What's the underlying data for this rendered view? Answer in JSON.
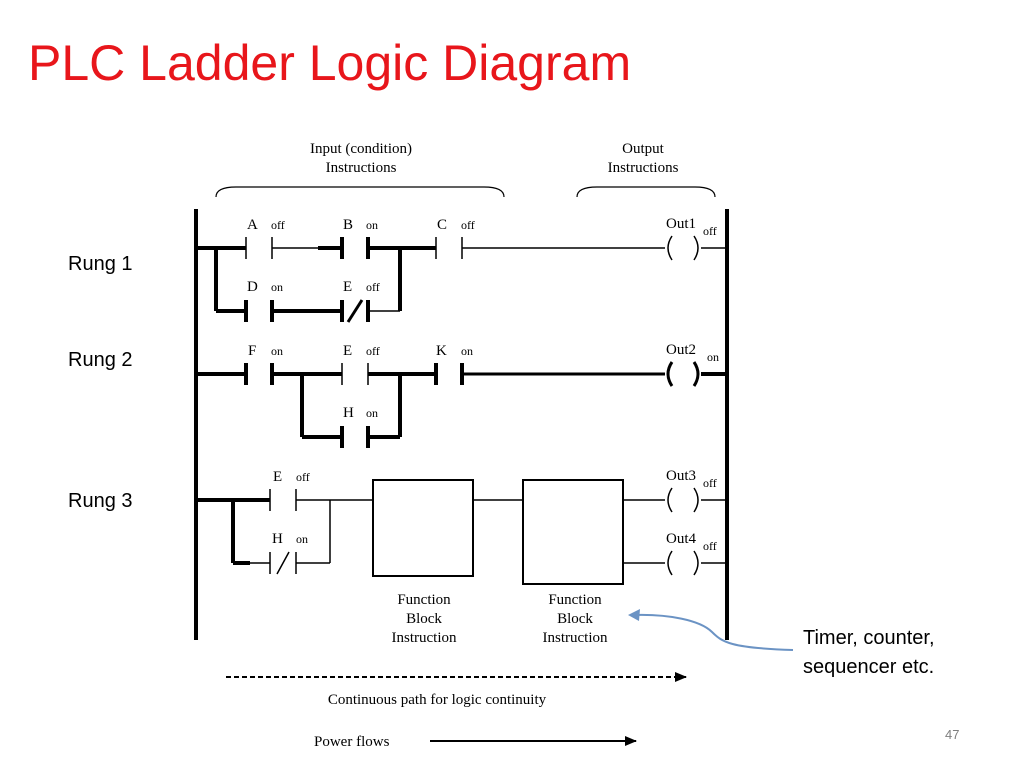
{
  "slide": {
    "title": "PLC Ladder Logic Diagram",
    "page_number": "47",
    "title_color": "#e8161b"
  },
  "rungs": {
    "rung1": "Rung 1",
    "rung2": "Rung 2",
    "rung3": "Rung 3"
  },
  "headers": {
    "input_line1": "Input (condition)",
    "input_line2": "Instructions",
    "output_line1": "Output",
    "output_line2": "Instructions"
  },
  "rung1": {
    "A": {
      "name": "A",
      "state": "off"
    },
    "B": {
      "name": "B",
      "state": "on"
    },
    "C": {
      "name": "C",
      "state": "off"
    },
    "D": {
      "name": "D",
      "state": "on"
    },
    "E": {
      "name": "E",
      "state": "off"
    },
    "out": {
      "name": "Out1",
      "state": "off"
    }
  },
  "rung2": {
    "F": {
      "name": "F",
      "state": "on"
    },
    "E": {
      "name": "E",
      "state": "off"
    },
    "K": {
      "name": "K",
      "state": "on"
    },
    "H": {
      "name": "H",
      "state": "on"
    },
    "out": {
      "name": "Out2",
      "state": "on"
    }
  },
  "rung3": {
    "E": {
      "name": "E",
      "state": "off"
    },
    "H": {
      "name": "H",
      "state": "on"
    },
    "out3": {
      "name": "Out3",
      "state": "off"
    },
    "out4": {
      "name": "Out4",
      "state": "off"
    }
  },
  "function_blocks": {
    "fb1": {
      "line1": "Function",
      "line2": "Block",
      "line3": "Instruction"
    },
    "fb2": {
      "line1": "Function",
      "line2": "Block",
      "line3": "Instruction"
    }
  },
  "legend": {
    "continuous_path": "Continuous path for logic continuity",
    "power_flows": "Power flows"
  },
  "callout": {
    "line1": "Timer, counter,",
    "line2": "sequencer etc.",
    "arrow_color": "#6b93c4"
  }
}
